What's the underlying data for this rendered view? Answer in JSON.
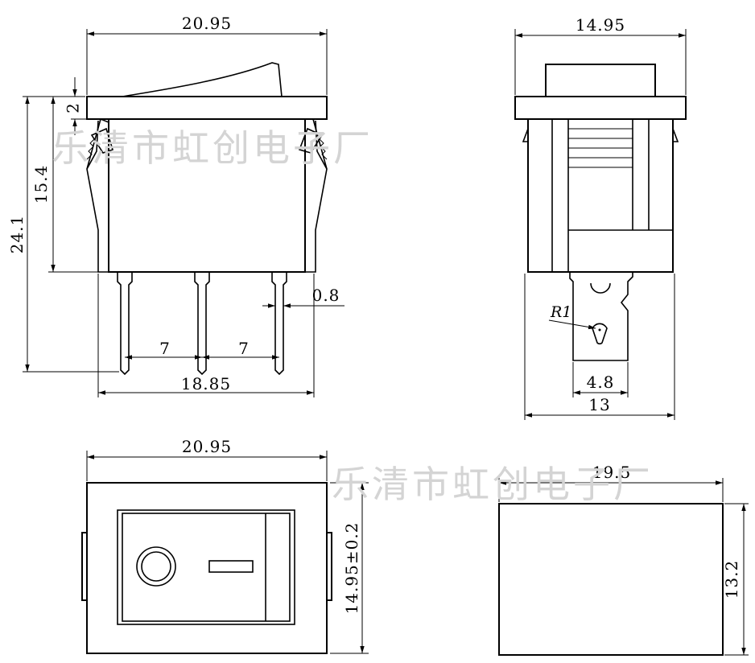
{
  "watermark": "乐清市虹创电子厂",
  "side_view": {
    "width": "20.95",
    "cap_thickness": "2",
    "body_height": "15.4",
    "total_height": "24.1",
    "pin_thickness": "0.8",
    "pin_pitch_left": "7",
    "pin_pitch_right": "7",
    "pin_span": "18.85"
  },
  "end_view": {
    "width": "14.95",
    "radius_label": "R1",
    "terminal_width": "4.8",
    "body_width": "13"
  },
  "top_view": {
    "width": "20.95",
    "height": "14.95±0.2"
  },
  "cutout_view": {
    "width": "19.5",
    "height": "13.2"
  }
}
